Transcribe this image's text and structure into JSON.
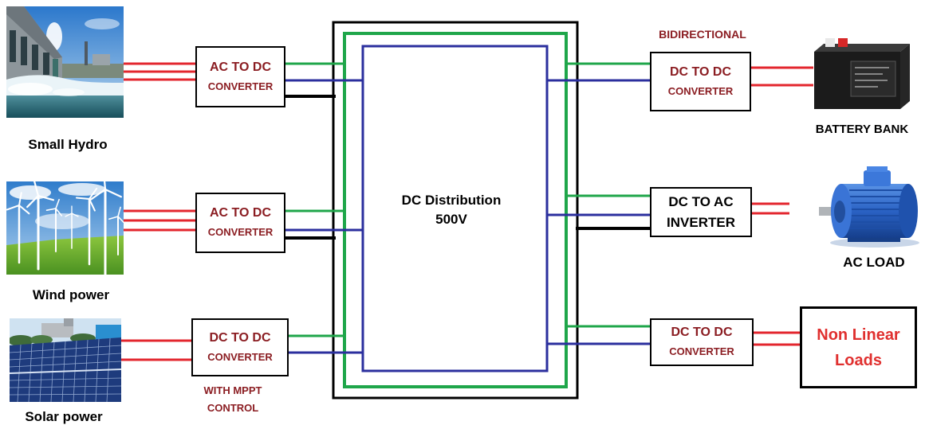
{
  "diagram": {
    "colors": {
      "red_wire": "#e3262e",
      "green_wire": "#1fa64a",
      "blue_wire": "#2b2f9e",
      "black_wire": "#000000",
      "converter_text": "#8b1d22",
      "load_text": "#e0302f"
    },
    "dc_bus": {
      "title": "DC Distribution",
      "voltage": "500V"
    },
    "sources": [
      {
        "label": "Small Hydro",
        "icon": "hydro-plant-photo",
        "converter": {
          "line1": "AC TO DC",
          "line2": "CONVERTER"
        }
      },
      {
        "label": "Wind power",
        "icon": "wind-turbines-photo",
        "converter": {
          "line1": "AC TO DC",
          "line2": "CONVERTER"
        }
      },
      {
        "label": "Solar power",
        "icon": "solar-panels-photo",
        "converter": {
          "line1": "DC TO DC",
          "line2": "CONVERTER"
        },
        "note": [
          "WITH MPPT",
          "CONTROL"
        ]
      }
    ],
    "loads": [
      {
        "label": "BATTERY BANK",
        "icon": "battery-image",
        "note": "BIDIRECTIONAL",
        "converter": {
          "line1": "DC TO DC",
          "line2": "CONVERTER"
        }
      },
      {
        "label": "AC LOAD",
        "icon": "electric-motor-image",
        "converter": {
          "line1": "DC TO AC",
          "line2": "INVERTER"
        }
      },
      {
        "converter": {
          "line1": "DC TO DC",
          "line2": "CONVERTER"
        },
        "load_box": [
          "Non Linear",
          "Loads"
        ]
      }
    ]
  }
}
